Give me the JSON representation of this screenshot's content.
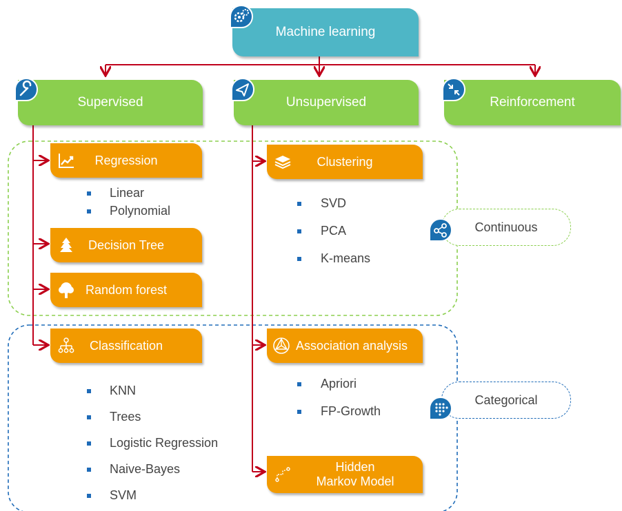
{
  "root": {
    "label": "Machine learning",
    "icon": "gears-icon"
  },
  "categories": [
    {
      "label": "Supervised",
      "icon": "wrench-icon"
    },
    {
      "label": "Unsupervised",
      "icon": "paper-plane-icon"
    },
    {
      "label": "Reinforcement",
      "icon": "compress-arrows-icon"
    }
  ],
  "supervised": {
    "regression": {
      "label": "Regression",
      "icon": "trend-chart-icon",
      "items": [
        "Linear",
        "Polynomial"
      ]
    },
    "decision_tree": {
      "label": "Decision Tree",
      "icon": "pine-tree-icon"
    },
    "random_forest": {
      "label": "Random forest",
      "icon": "tree-icon"
    },
    "classification": {
      "label": "Classification",
      "icon": "hierarchy-icon",
      "items": [
        "KNN",
        "Trees",
        "Logistic Regression",
        "Naive-Bayes",
        "SVM"
      ]
    }
  },
  "unsupervised": {
    "clustering": {
      "label": "Clustering",
      "icon": "layers-icon",
      "items": [
        "SVD",
        "PCA",
        "K-means"
      ]
    },
    "association": {
      "label": "Association analysis",
      "icon": "network-icon",
      "items": [
        "Apriori",
        "FP-Growth"
      ]
    },
    "hmm": {
      "label_line1": "Hidden",
      "label_line2": "Markov Model",
      "icon": "path-nodes-icon"
    }
  },
  "groups": {
    "continuous": {
      "label": "Continuous",
      "icon": "share-icon"
    },
    "categorical": {
      "label": "Categorical",
      "icon": "dots-grid-icon"
    }
  },
  "colors": {
    "green": "#8bcf4e",
    "teal": "#4eb6c6",
    "orange": "#f29a00",
    "connector": "#c0001b",
    "continuous_border": "#8bcf4e",
    "categorical_border": "#1e6bb8",
    "badge": "#1a6fb0"
  }
}
